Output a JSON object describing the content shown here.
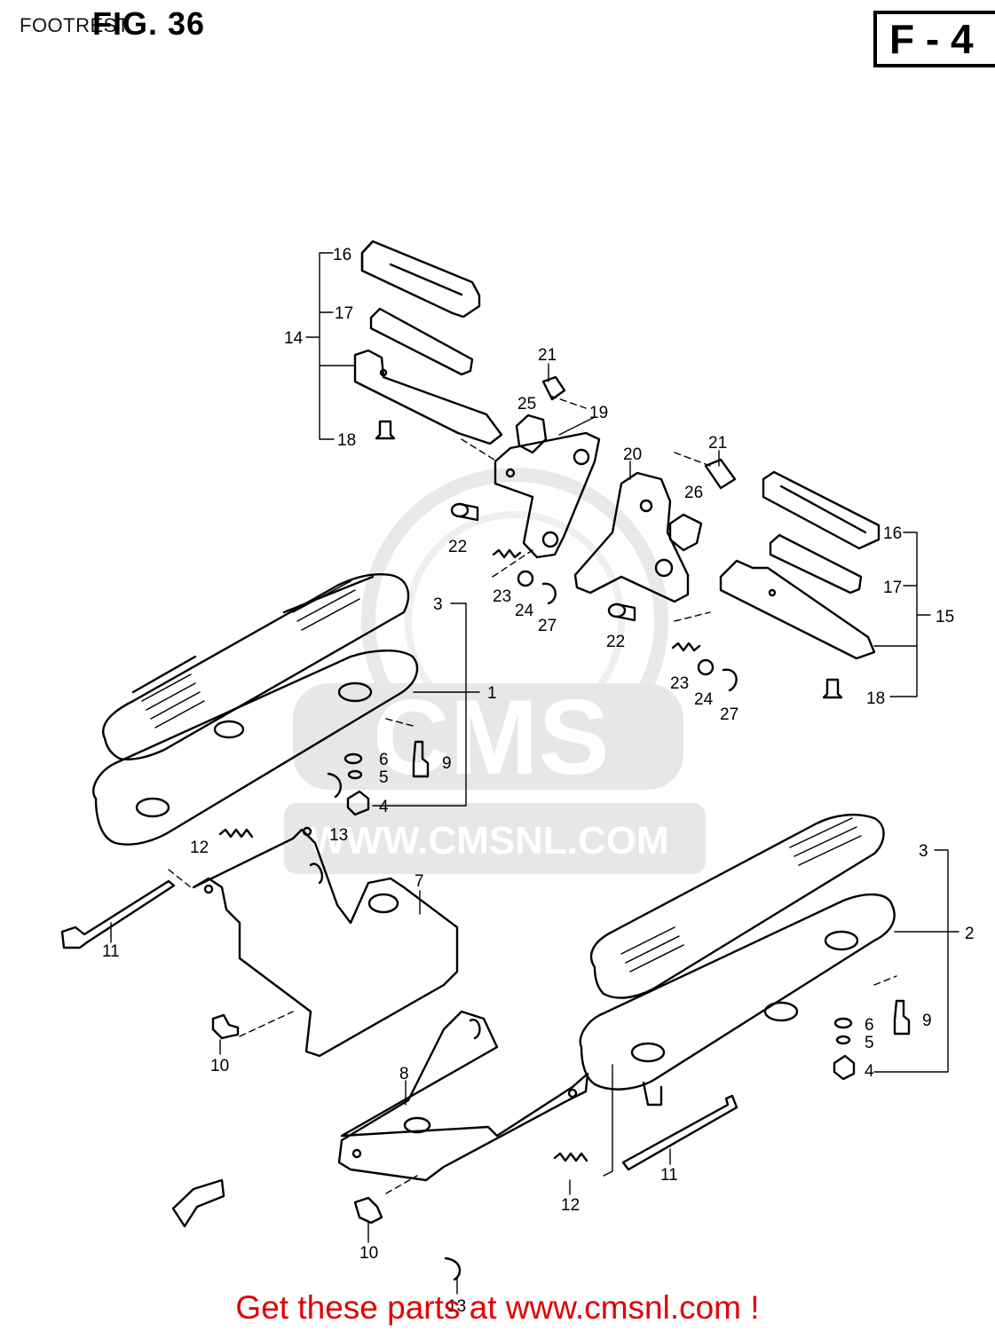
{
  "header": {
    "section_label": "FOOTREST",
    "figure_label": "FIG. 36",
    "page_code": "F - 4"
  },
  "watermark": {
    "brand": "CMS",
    "url": "WWW.CMSNL.COM"
  },
  "footer": {
    "text": "Get these parts at www.cmsnl.com !"
  },
  "colors": {
    "footer_text": "#e00000",
    "line": "#000000",
    "watermark": "#d8d8d8"
  },
  "callouts": [
    "1",
    "2",
    "3",
    "3",
    "4",
    "4",
    "5",
    "5",
    "6",
    "6",
    "7",
    "8",
    "9",
    "9",
    "10",
    "10",
    "11",
    "11",
    "12",
    "12",
    "13",
    "13",
    "14",
    "15",
    "16",
    "16",
    "17",
    "17",
    "18",
    "18",
    "19",
    "20",
    "21",
    "21",
    "22",
    "22",
    "23",
    "23",
    "24",
    "24",
    "25",
    "26",
    "27",
    "27"
  ]
}
